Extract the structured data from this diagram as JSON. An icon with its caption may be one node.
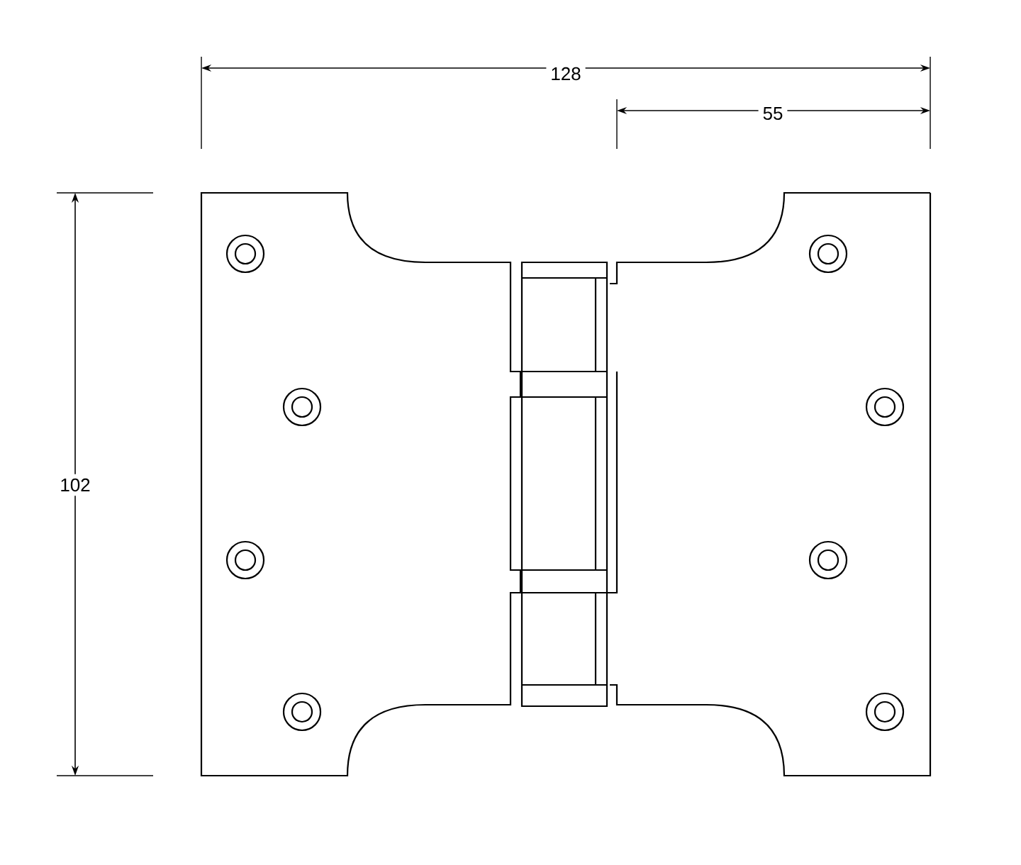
{
  "diagram": {
    "labels": [
      "128",
      "55",
      "102"
    ]
  }
}
